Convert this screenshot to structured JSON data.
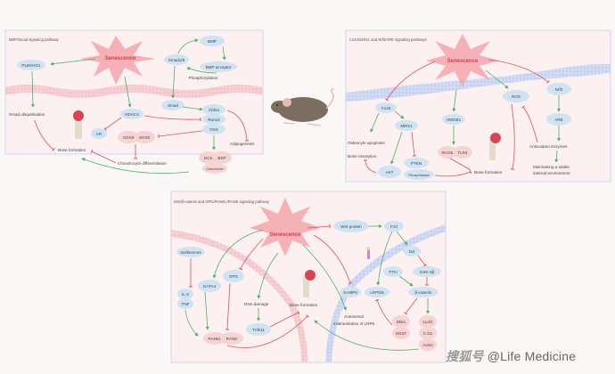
{
  "panels": {
    "bmp": {
      "title": "BMP/Smad signaling pathway",
      "senescence": "Senescence",
      "nodes": {
        "plekhd1": "PLEKHO1",
        "bmp": "BMP",
        "smad15": "Smad1/5",
        "bmp_acceptor": "BMP acceptor",
        "phosphorylation": "Phosphorylation",
        "smad": "Smad",
        "hdac4": "HDAC4",
        "ar": "AR",
        "cbfa1": "Cbfa1",
        "runx2": "Runx2",
        "osx": "OSX",
        "sox9": "SOX9",
        "sox5": "SOX5",
        "dcn": "DCN",
        "bsp": "BSP",
        "osteonectin": "Osteonectin"
      },
      "texts": {
        "smad_ubiq": "Smad ubiquitination",
        "bone_formation": "Bone formation",
        "chondro": "Chondrocyte differentiation",
        "adipogenesis": "Adipogenesis"
      }
    },
    "cx43": {
      "title": "Cx43/miR21 and Nrf2/ARE signaling pathways",
      "senescence": "Senescence",
      "nodes": {
        "cx43": "Cx43",
        "mir21": "MiR21",
        "hmgb1": "HMGB1",
        "ros": "ROS",
        "nrf2": "Nrf2",
        "are": "ARE",
        "rage": "RAGE",
        "tlr4": "TLR4",
        "akt": "AKT",
        "pten": "PTEN",
        "phosphatase": "Phosphatase"
      },
      "texts": {
        "osteocyte_apop": "Osteocyte apoptosis",
        "bone_resorption": "Bone resorption",
        "bone_formation": "Bone formation",
        "antioxidant": "Antioxidant enzymes",
        "maintain1": "Maintaining a stable",
        "maintain2": "internal environment"
      }
    },
    "wnt": {
      "title": "Wnt/β-catenin and OPG/RANKL/RANK signaling pathway",
      "senescence": "Senescence",
      "nodes": {
        "isoflavones": "Isoflavones",
        "il2": "IL-2",
        "tnf": "TNF",
        "gata4": "GATA4",
        "opg": "OPG",
        "rankl": "RANKL",
        "rank": "RANK",
        "tnfs11": "Tnfs11",
        "wnt_protein": "Wnt protein",
        "fzd": "Fzd",
        "dvl": "Dvl",
        "gsk3b": "GSK-3β",
        "pth": "PTH",
        "samp6": "SAMP6",
        "lrp56": "LRP5/6",
        "bcatenin": "β-catenin",
        "dkk1": "Dkk1",
        "sost": "SOST",
        "lef1": "1Lef1",
        "cd1": "C.D1",
        "axin2": "Axin2"
      },
      "texts": {
        "dna_damage": "DNA damage",
        "bone_formation": "Bone formation",
        "auto1": "Autosomal",
        "auto2": "mistranslation of LRP6"
      }
    }
  },
  "watermark": {
    "platform": "搜狐号",
    "handle": "@Life Medicine"
  },
  "colors": {
    "activation": "#4caf6a",
    "inhibition": "#e0505e",
    "node_blue": "#cfe3f3",
    "node_pink": "#f7d4d4",
    "senescence": "#f4a5ad"
  }
}
